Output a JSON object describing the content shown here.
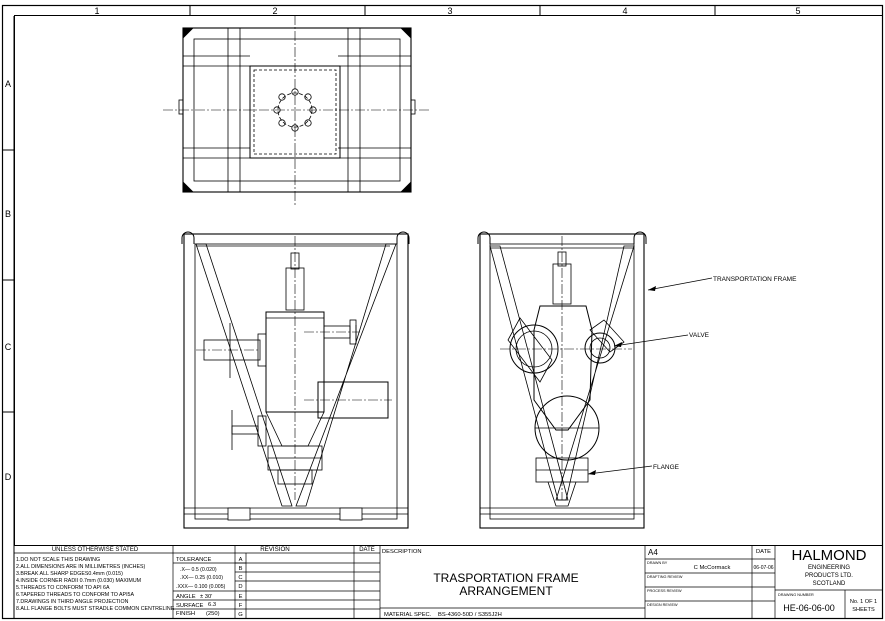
{
  "zones": {
    "columns": [
      "1",
      "2",
      "3",
      "4",
      "5"
    ],
    "rows": [
      "A",
      "B",
      "C",
      "D"
    ]
  },
  "callouts": {
    "transportation_frame": "TRANSPORTATION FRAME",
    "valve": "VALVE",
    "flange": "FLANGE"
  },
  "notes": {
    "header": "UNLESS OTHERWISE STATED",
    "items": [
      "1.DO NOT SCALE THIS DRAWING",
      "2.ALL DIMENSIONS ARE IN MILLIMETRES (INCHES)",
      "3.BREAK ALL SHARP EDGES0.4mm (0.015)",
      "4.INSIDE CORNER RADII 0.7mm (0.030) MAXIMUM",
      "5.THREADS TO CONFORM TO API 6A",
      "6.TAPERED THREADS TO CONFORM TO API5A",
      "7.DRAWINGS IN THIRD ANGLE PROJECTION",
      "8.ALL FLANGE BOLTS MUST STRADLE COMMON CENTRELINE"
    ]
  },
  "tolerance": {
    "header": "TOLERANCE",
    "x": ".X— 0.5 (0.020)",
    "xx": ".XX— 0.25 (0.010)",
    "xxx": ".XXX— 0.100 (0.005)",
    "angle_label": "ANGLE",
    "angle_value": "± 30'",
    "surface_label": "SURFACE",
    "surface_value": "6.3",
    "finish_label": "FINISH",
    "finish_value": "(250)"
  },
  "revision": {
    "letters": [
      "A",
      "B",
      "C",
      "D",
      "E",
      "F",
      "G"
    ],
    "header": "REVISION",
    "date_header": "DATE"
  },
  "description": {
    "label": "DESCRIPTION",
    "line1": "TRASPORTATION FRAME",
    "line2": "ARRANGEMENT",
    "material_label": "MATERIAL SPEC.",
    "material_value": "BS-4360-50D / S355J2H"
  },
  "approvals": {
    "size": "A4",
    "date_label": "DATE",
    "drawn_by_label": "DRAWN BY",
    "drawn_by": "C McCormack",
    "drawn_date": "06-07-06",
    "drafting_review": "DRAFTING REVIEW",
    "process_review": "PROCESS REVIEW",
    "design_review": "DESIGN REVIEW"
  },
  "company": {
    "name": "HALMOND",
    "line1": "ENGINEERING",
    "line2": "PRODUCTS LTD.",
    "line3": "SCOTLAND"
  },
  "drawing": {
    "number_label": "DRAWING NUMBER",
    "number": "HE-06-06-00",
    "sheet_line1": "No. 1 OF 1",
    "sheet_line2": "SHEETS"
  }
}
